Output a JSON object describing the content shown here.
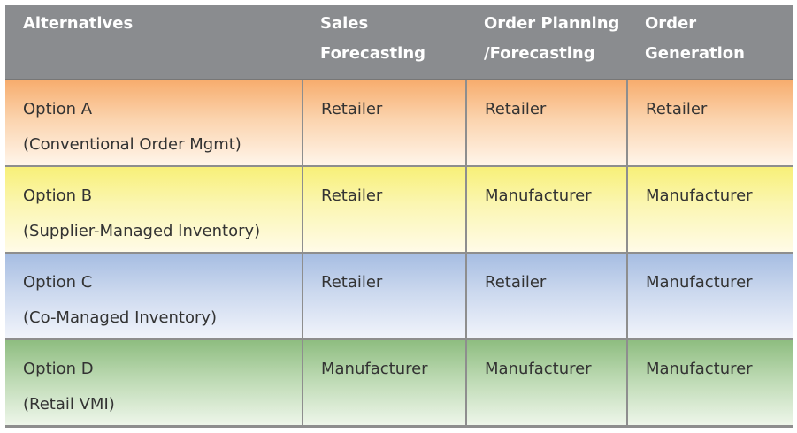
{
  "table": {
    "headers": [
      [
        "Alternatives"
      ],
      [
        "Sales",
        "Forecasting"
      ],
      [
        "Order Planning",
        "/Forecasting"
      ],
      [
        "Order",
        "Generation"
      ]
    ],
    "rows": [
      {
        "option": "Option A",
        "description": "(Conventional Order Mgmt)",
        "sales_forecasting": "Retailer",
        "order_planning": "Retailer",
        "order_generation": "Retailer"
      },
      {
        "option": "Option B",
        "description": "(Supplier-Managed Inventory)",
        "sales_forecasting": "Retailer",
        "order_planning": "Manufacturer",
        "order_generation": "Manufacturer"
      },
      {
        "option": "Option C",
        "description": "(Co-Managed Inventory)",
        "sales_forecasting": "Retailer",
        "order_planning": "Retailer",
        "order_generation": "Manufacturer"
      },
      {
        "option": "Option D",
        "description": "(Retail VMI)",
        "sales_forecasting": "Manufacturer",
        "order_planning": "Manufacturer",
        "order_generation": "Manufacturer"
      }
    ],
    "row_colors": [
      "#f7ad6e",
      "#f8f078",
      "#a6bde2",
      "#8ebd80"
    ],
    "header_color": "#8a8c8f"
  }
}
